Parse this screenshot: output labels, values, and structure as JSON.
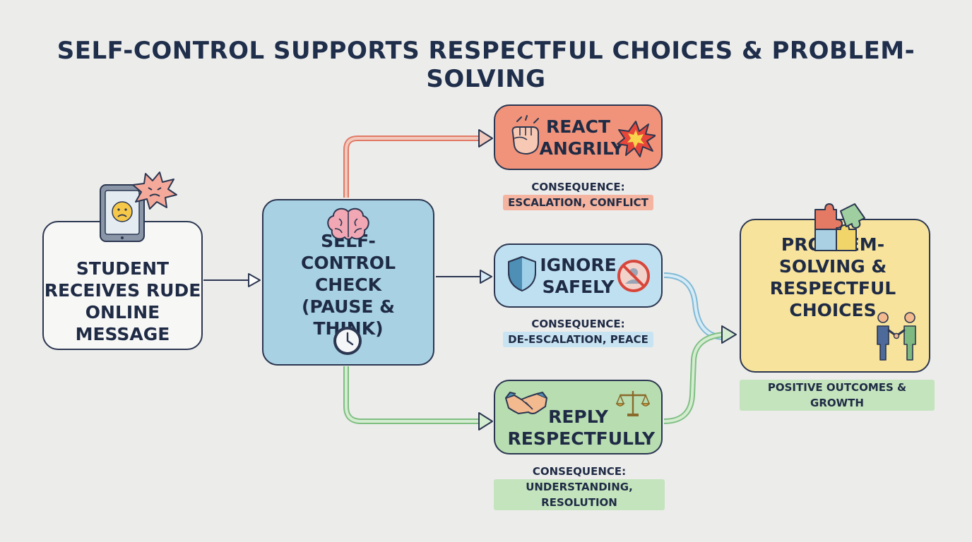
{
  "title": "SELF-CONTROL SUPPORTS RESPECTFUL CHOICES & PROBLEM-SOLVING",
  "nodes": {
    "student": "STUDENT RECEIVES RUDE ONLINE MESSAGE",
    "check": "SELF-CONTROL CHECK (PAUSE & THINK)",
    "react": "REACT ANGRILY",
    "ignore": "IGNORE SAFELY",
    "reply": "REPLY RESPECTFULLY",
    "problem_solving": "PROBLEM-SOLVING & RESPECTFUL CHOICES"
  },
  "consequences": {
    "label": "CONSEQUENCE:",
    "react": "ESCALATION, CONFLICT",
    "ignore": "DE-ESCALATION, PEACE",
    "reply": "UNDERSTANDING, RESOLUTION"
  },
  "outcome": "POSITIVE OUTCOMES & GROWTH",
  "colors": {
    "react_fill": "#f0937a",
    "ignore_fill": "#bfe0f1",
    "reply_fill": "#b8ddb1",
    "check_fill": "#a8d1e3",
    "outcome_fill": "#f7e39b"
  },
  "icons": [
    "tablet-sad-face-icon",
    "angry-burst-icon",
    "brain-icon",
    "clock-icon",
    "fist-icon",
    "explosion-icon",
    "shield-icon",
    "no-symbol-icon",
    "handshake-icon",
    "scales-icon",
    "puzzle-icon",
    "people-handshake-icon"
  ]
}
